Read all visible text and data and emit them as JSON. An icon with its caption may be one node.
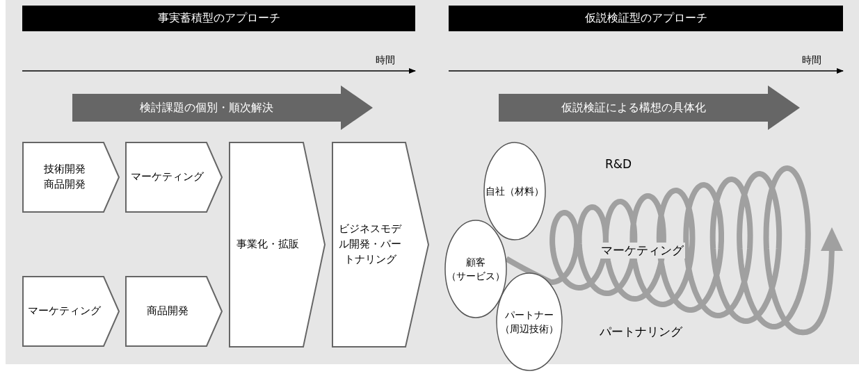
{
  "diagram": {
    "nodes": [
      {
        "text": [
          "事実蓄積型のアプローチ"
        ]
      },
      {
        "text": [
          "仮説検証型のアプローチ"
        ]
      },
      {
        "text": [
          "検討課題の個別・順次解決"
        ]
      },
      {
        "text": [
          "仮説検証による構想の具体化"
        ]
      },
      {
        "text": [
          "技術開発",
          "商品開発"
        ]
      },
      {
        "text": [
          "マーケティング"
        ]
      },
      {
        "text": [
          "マーケティング"
        ]
      },
      {
        "text": [
          "商品開発"
        ]
      },
      {
        "text": [
          "事業化・拡販"
        ]
      },
      {
        "text": [
          "ビジネスモデル開発・パートナリング"
        ]
      },
      {
        "text": [
          "自社（材料）"
        ]
      },
      {
        "text": [
          "顧客（サービス）"
        ]
      },
      {
        "text": [
          "パートナー（周辺技術）"
        ]
      }
    ],
    "labels": [
      "時間",
      "時間",
      "R&D",
      "マーケティング",
      "パートナリング"
    ]
  }
}
